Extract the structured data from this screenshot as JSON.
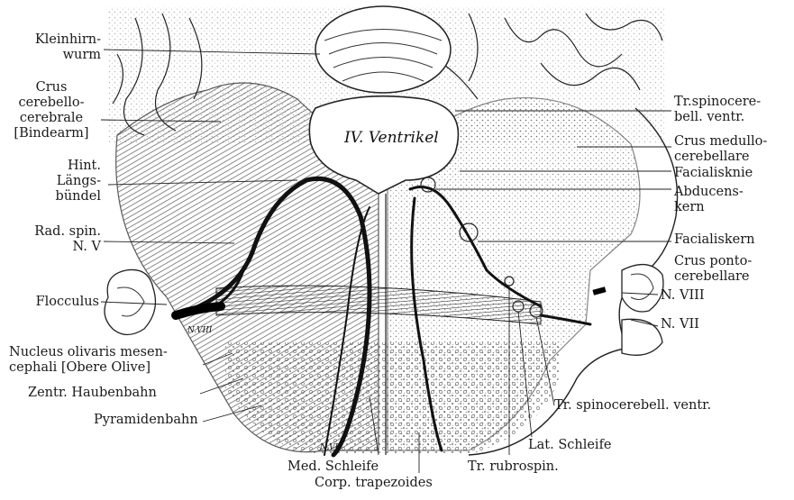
{
  "left_labels": {
    "kleinhirnwurm": [
      "Kleinhirn-",
      "wurm"
    ],
    "crus_cerebello": [
      "Crus",
      "cerebello-",
      "cerebrale",
      "[Bindearm]"
    ],
    "hint_langs": [
      "Hint.",
      "Längs-",
      "bündel"
    ],
    "rad_spin": [
      "Rad. spin.",
      "N. V"
    ],
    "flocculus": "Flocculus",
    "nucleus_olivaris": [
      "Nucleus olivaris mesen-",
      "cephali [Obere Olive]"
    ],
    "zentr_haubenbahn": "Zentr. Haubenbahn",
    "pyramidenbahn": "Pyramidenbahn"
  },
  "right_labels": {
    "tr_spinocerebell_top": [
      "Tr.spinocere-",
      "bell. ventr."
    ],
    "crus_medullo": [
      "Crus medullo-",
      "cerebellare"
    ],
    "facialisknie": "Facialisknie",
    "abducens": [
      "Abducens-",
      "kern"
    ],
    "facialiskern": "Facialiskern",
    "crus_ponto": [
      "Crus ponto-",
      "cerebellare"
    ],
    "n_viii": "N. VIII",
    "n_vii": "N. VII",
    "tr_spinocerebell_bottom": "Tr. spinocerebell. ventr.",
    "lat_schleife": "Lat. Schleife",
    "tr_rubrospin": "Tr. rubrospin."
  },
  "bottom_labels": {
    "med_schleife": "Med. Schleife",
    "corp_trapezoides": "Corp. trapezoides"
  },
  "inline_labels": {
    "ventrikel": "IV. Ventrikel",
    "n_viii_small": "N.VIII",
    "n_vi_small": "N.VI"
  },
  "colors": {
    "ink": "#1a1a1a",
    "paper": "#ffffff"
  }
}
